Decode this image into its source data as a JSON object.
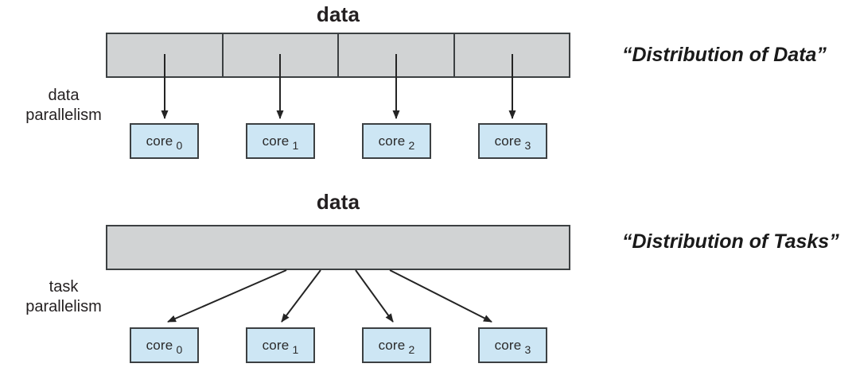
{
  "colors": {
    "bar_fill": "#d1d3d4",
    "core_fill": "#cde6f4",
    "border": "#3c4042",
    "arrow": "#242424",
    "text": "#231f20"
  },
  "diagrams": [
    {
      "title": "data",
      "side_label_line1": "data",
      "side_label_line2": "parallelism",
      "caption": "“Distribution of Data”",
      "bar_segments": 4,
      "cores": [
        {
          "label": "core",
          "sub": "0"
        },
        {
          "label": "core",
          "sub": "1"
        },
        {
          "label": "core",
          "sub": "2"
        },
        {
          "label": "core",
          "sub": "3"
        }
      ]
    },
    {
      "title": "data",
      "side_label_line1": "task",
      "side_label_line2": "parallelism",
      "caption": "“Distribution of Tasks”",
      "bar_segments": 1,
      "cores": [
        {
          "label": "core",
          "sub": "0"
        },
        {
          "label": "core",
          "sub": "1"
        },
        {
          "label": "core",
          "sub": "2"
        },
        {
          "label": "core",
          "sub": "3"
        }
      ]
    }
  ]
}
